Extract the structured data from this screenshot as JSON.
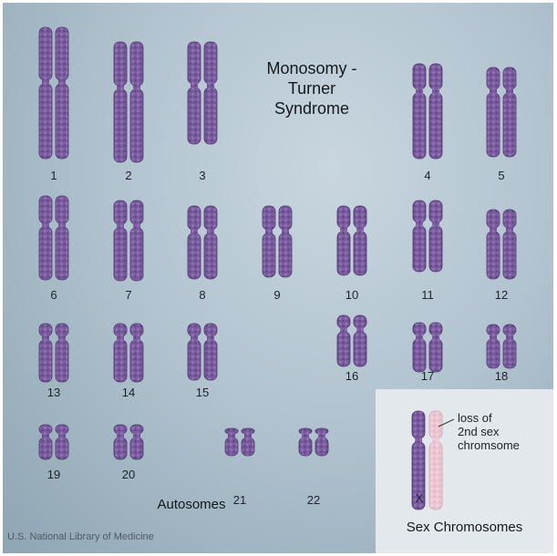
{
  "title_lines": [
    "Monosomy -",
    "Turner",
    "Syndrome"
  ],
  "autosomes_label": "Autosomes",
  "credit": "U.S. National Library of Medicine",
  "sex_chromosomes": {
    "label": "Sex Chromosomes",
    "x_label": "X",
    "loss_label_lines": [
      "loss of",
      "2nd sex",
      "chromsome"
    ]
  },
  "chromosome_labels": [
    "1",
    "2",
    "3",
    "4",
    "5",
    "6",
    "7",
    "8",
    "9",
    "10",
    "11",
    "12",
    "13",
    "14",
    "15",
    "16",
    "17",
    "18",
    "19",
    "20",
    "21",
    "22"
  ],
  "colors": {
    "chromosome": "#7a5b9e",
    "chromosome_dark": "#4a3468",
    "missing_chromosome": "#e9c3cf",
    "panel": "#e2e8ec"
  }
}
